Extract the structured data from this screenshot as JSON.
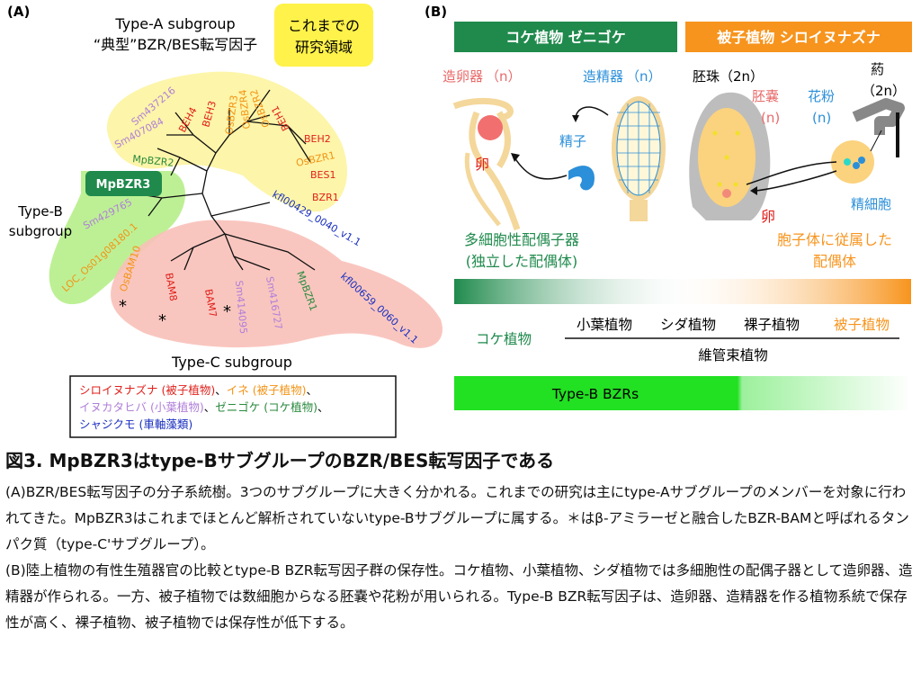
{
  "panel_a": {
    "label": "(A)",
    "type_a_title": "Type-A subgroup",
    "type_a_sub": "“典型”BZR/BES転写因子",
    "note_line1": "これまでの",
    "note_line2": "研究領域",
    "type_b_line1": "Type-B",
    "type_b_line2": "subgroup",
    "type_c_title": "Type-C subgroup",
    "leaves": {
      "sm437216": "Sm437216",
      "sm407084": "Sm407084",
      "beh4": "BEH4",
      "beh3": "BEH3",
      "osbzr3": "OsBZR3",
      "osbzr4": "OsBZR4",
      "osbzr2": "OsBZR2",
      "beh1": "BEH1",
      "beh2": "BEH2",
      "osbzr1": "OsBZR1",
      "bes1": "BES1",
      "bzr1": "BZR1",
      "mpbzr2": "MpBZR2",
      "mpbzr3": "MpBZR3",
      "sm429765": "Sm429765",
      "loc": "LOC_Os01g08180.1",
      "kfl429": "kfl00429_0040_v1.1",
      "osbam10": "OsBAM10",
      "bam8": "BAM8",
      "bam7": "BAM7",
      "sm414095": "Sm414095",
      "sm416727": "Sm416727",
      "mpbzr1": "MpBZR1",
      "kfl659": "kfl00659_0060_v1.1"
    },
    "asterisk": "*",
    "legend": {
      "arabidopsis": "シロイヌナズナ (被子植物)",
      "rice": "イネ (被子植物)",
      "selaginella": "イヌカタヒバ (小葉植物)",
      "marchantia": "ゼニゴケ (コケ植物)",
      "klebsormidium": "シャジクモ (車軸藻類)",
      "sep": "、"
    }
  },
  "panel_b": {
    "label": "(B)",
    "moss_header": "コケ植物 ゼニゴケ",
    "angio_header": "被子植物 シロイヌナズナ",
    "archegonium": "造卵器",
    "archegonium_n": "（n）",
    "antheridium": "造精器",
    "antheridium_n": "（n）",
    "sperm": "精子",
    "egg": "卵",
    "ovule": "胚珠（2n）",
    "anther": "葯",
    "anther_2n": "（2n）",
    "embryo_sac": "胚嚢",
    "embryo_sac_n": "(n)",
    "pollen": "花粉",
    "pollen_n": "(n)",
    "sperm_cells": "精細胞",
    "egg2": "卵",
    "multi_line1": "多細胞性配偶子器",
    "multi_line2": "(独立した配偶体)",
    "depend_line1": "胞子体に従属した",
    "depend_line2": "配偶体",
    "taxa": {
      "moss": "コケ植物",
      "lycophyte": "小葉植物",
      "fern": "シダ植物",
      "gymnosperm": "裸子植物",
      "angiosperm": "被子植物",
      "vascular": "維管束植物"
    },
    "typeb_bar": "Type-B BZRs"
  },
  "caption": {
    "title": "図3. MpBZR3はtype-BサブグループのBZR/BES転写因子である",
    "para_a": "(A)BZR/BES転写因子の分子系統樹。3つのサブグループに大きく分かれる。これまでの研究は主にtype-Aサブグループのメンバーを対象に行われてきた。MpBZR3はこれまでほとんど解析されていないtype-Bサブグループに属する。＊はβ-アミラーゼと融合したBZR-BAMと呼ばれるタンパク質（type-C'サブグループ）。",
    "para_b": "(B)陸上植物の有性生殖器官の比較とtype-B BZR転写因子群の保存性。コケ植物、小葉植物、シダ植物では多細胞性の配偶子器として造卵器、造精器が作られる。一方、被子植物では数細胞からなる胚嚢や花粉が用いられる。Type-B BZR転写因子は、造卵器、造精器を作る植物系統で保存性が高く、裸子植物、被子植物では保存性が低下する。"
  },
  "colors": {
    "arabidopsis": "#e0201b",
    "rice": "#f39314",
    "selaginella": "#b07fd8",
    "marchantia": "#2a8a3e",
    "klebsormidium": "#1a2fbf",
    "moss_green": "#1f8a4c",
    "angio_orange": "#f7941d",
    "type_b_bar": "#22e022"
  }
}
